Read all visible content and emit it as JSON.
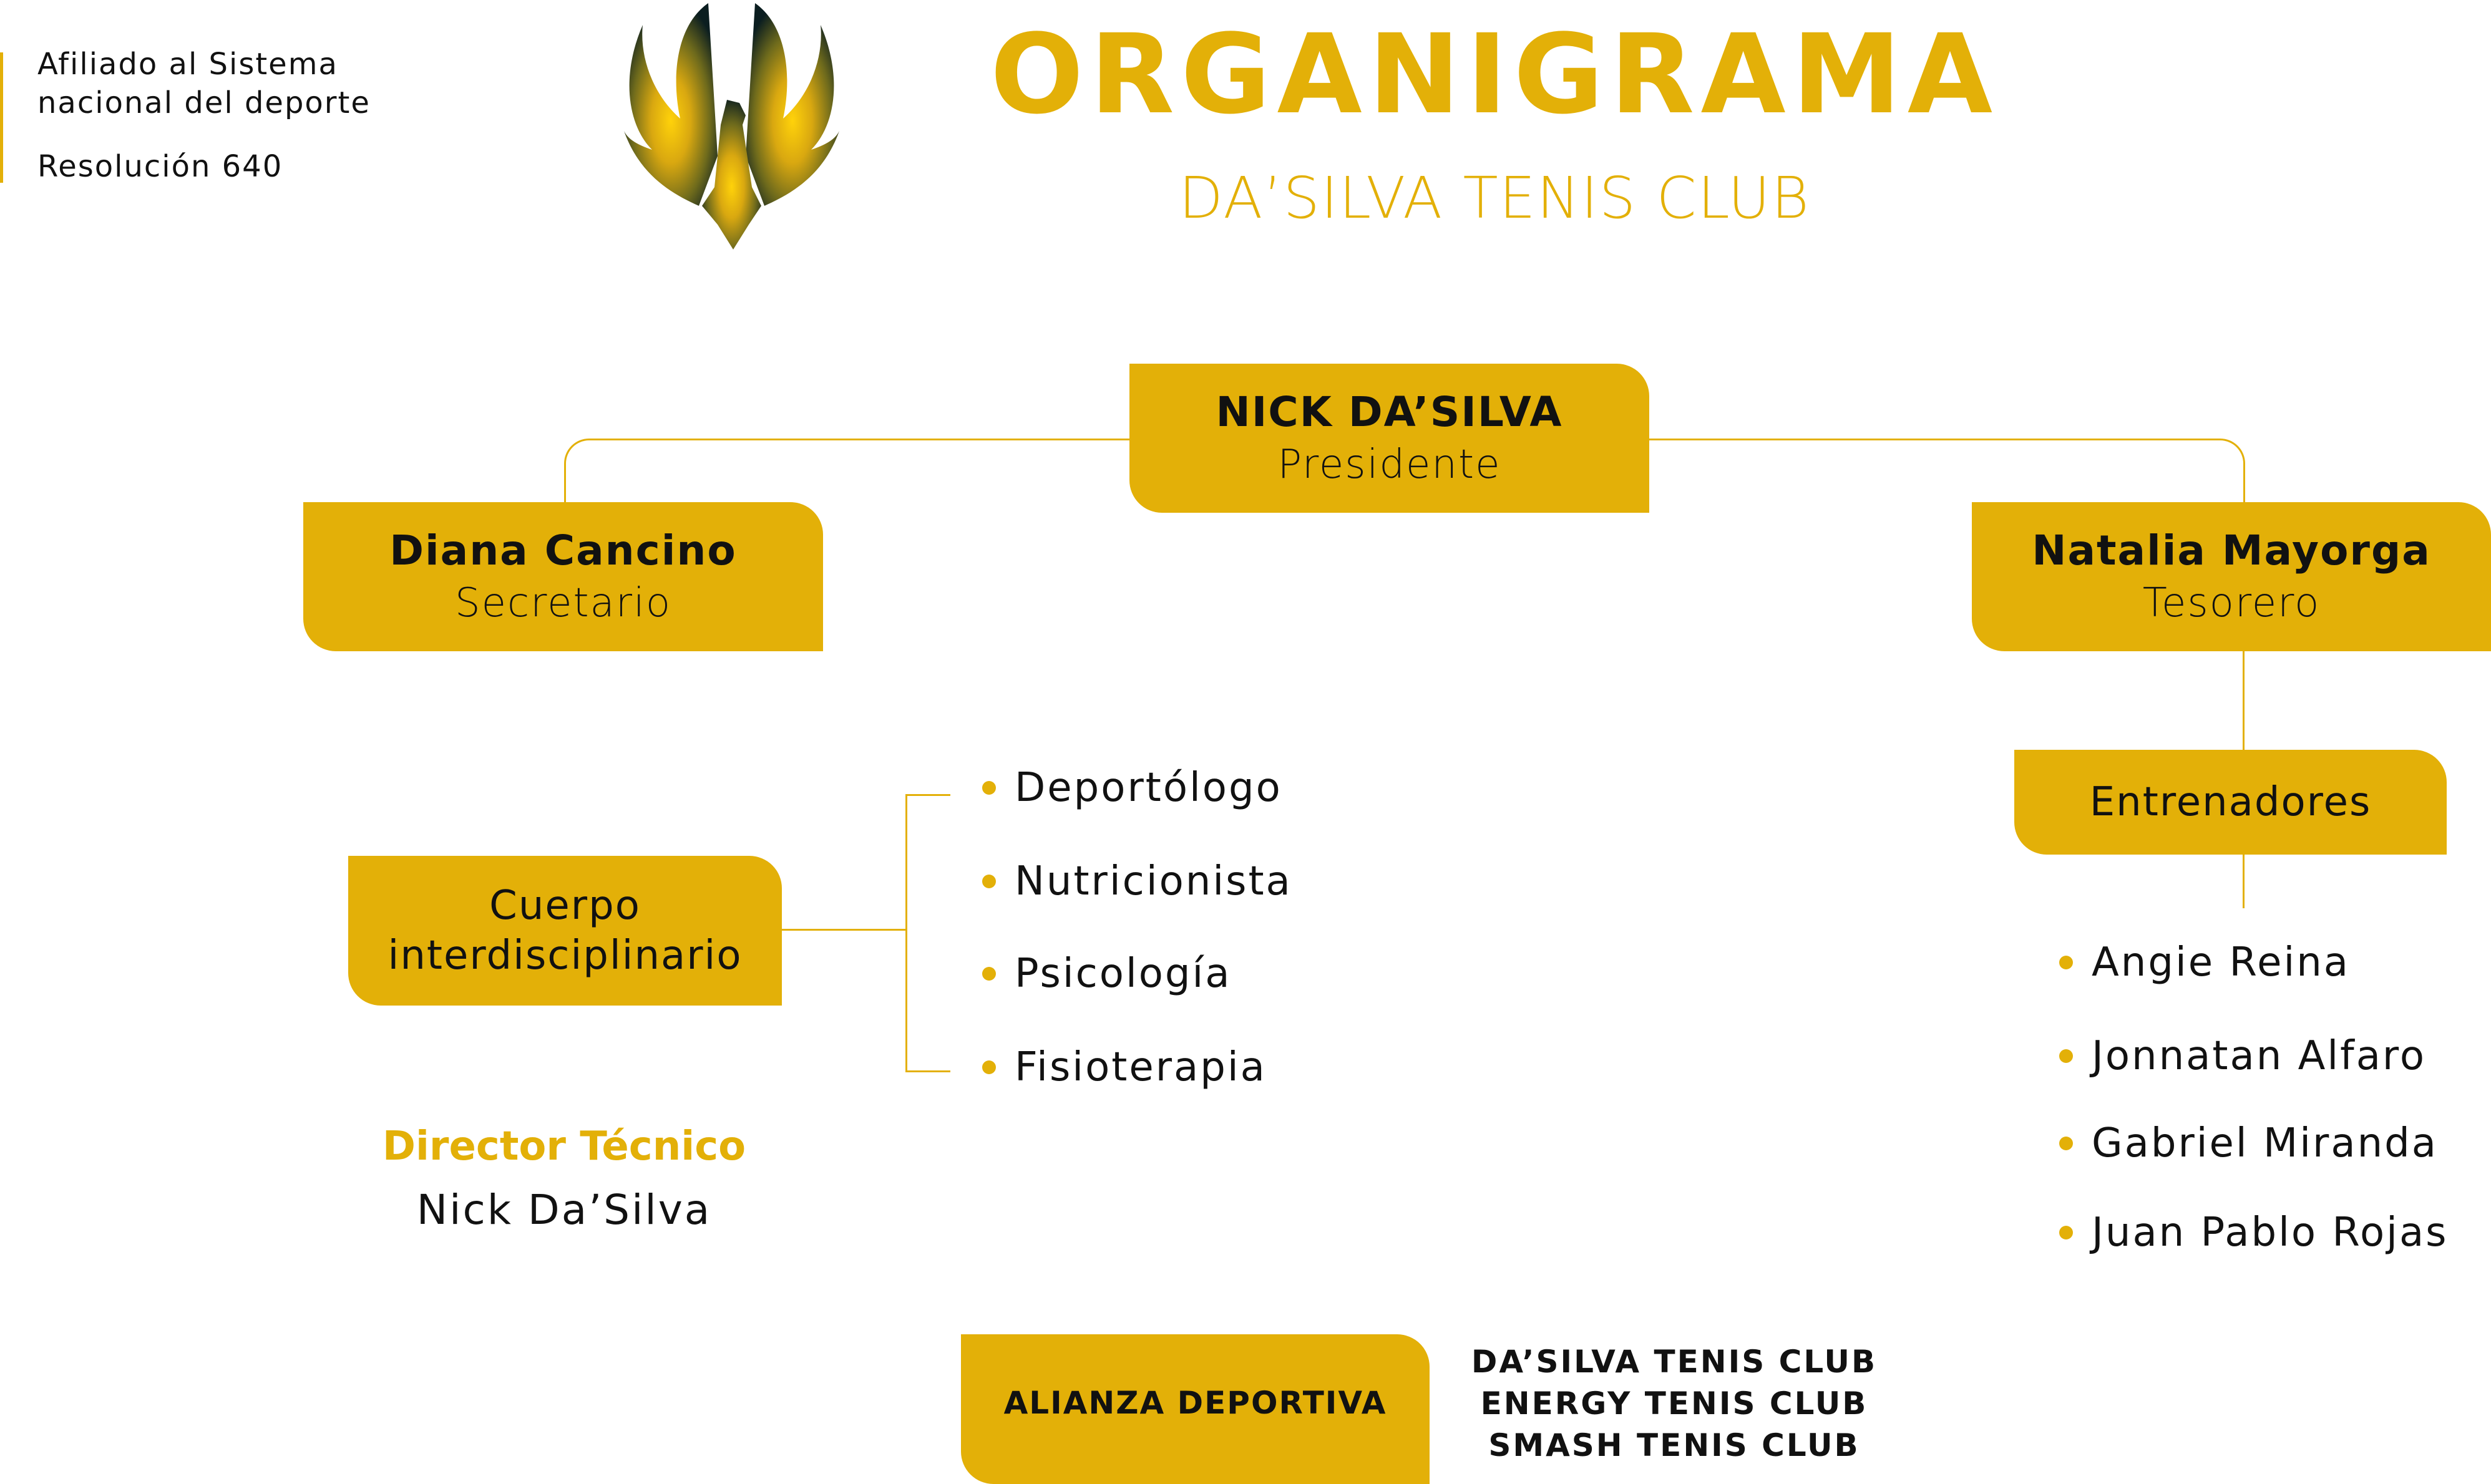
{
  "header": {
    "affiliation_line1": "Afiliado al Sistema",
    "affiliation_line2": "nacional del deporte",
    "resolution": "Resolución 640",
    "title": "ORGANIGRAMA",
    "subtitle": "DA’SILVA TENIS CLUB"
  },
  "colors": {
    "accent": "#E3B008",
    "text": "#111111"
  },
  "president": {
    "name": "NICK DA’SILVA",
    "role": "Presidente"
  },
  "secretary": {
    "name": "Diana Cancino",
    "role": "Secretario"
  },
  "treasurer": {
    "name": "Natalia Mayorga",
    "role": "Tesorero"
  },
  "coaches": {
    "label": "Entrenadores",
    "members": [
      "Angie Reina",
      "Jonnatan Alfaro",
      "Gabriel Miranda",
      "Juan Pablo Rojas"
    ]
  },
  "interdisciplinary": {
    "label_line1": "Cuerpo",
    "label_line2": "interdisciplinario",
    "members": [
      "Deportólogo",
      "Nutricionista",
      "Psicología",
      "Fisioterapia"
    ]
  },
  "technical_director": {
    "title": "Director Técnico",
    "name": "Nick Da’Silva"
  },
  "alliance": {
    "label": "ALIANZA DEPORTIVA",
    "clubs": [
      "DA’SILVA TENIS CLUB",
      "ENERGY TENIS CLUB",
      "SMASH TENIS CLUB"
    ]
  }
}
